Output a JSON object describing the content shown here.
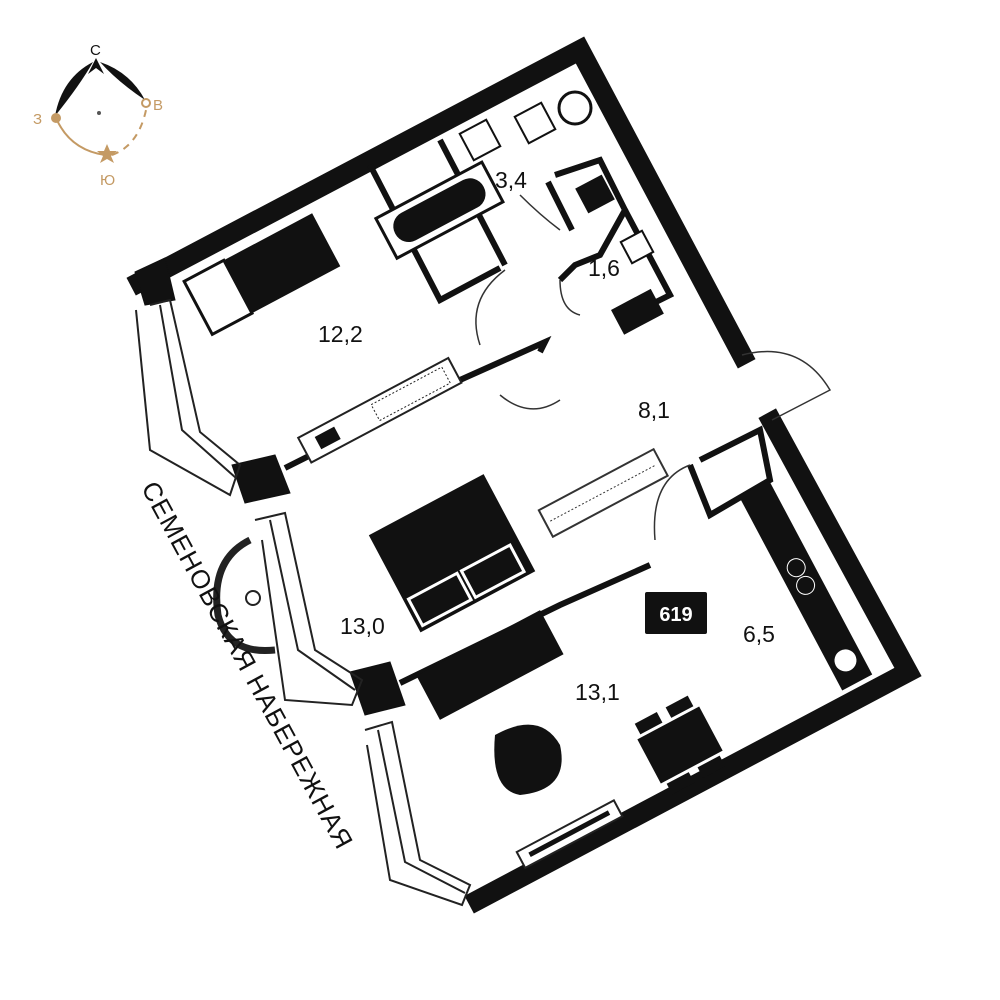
{
  "compass": {
    "north": "С",
    "east": "В",
    "south": "Ю",
    "west": "З",
    "accent": "#c49a64"
  },
  "street_name": "СЕМЕНОВСКАЯ НАБЕРЕЖНАЯ",
  "apartment_number": "619",
  "rooms": [
    {
      "name": "bathroom",
      "area": "3,4"
    },
    {
      "name": "wc",
      "area": "1,6"
    },
    {
      "name": "bedroom",
      "area": "12,2"
    },
    {
      "name": "hallway",
      "area": "8,1"
    },
    {
      "name": "bedroom-2",
      "area": "13,0"
    },
    {
      "name": "living-room",
      "area": "13,1"
    },
    {
      "name": "kitchen",
      "area": "6,5"
    }
  ]
}
